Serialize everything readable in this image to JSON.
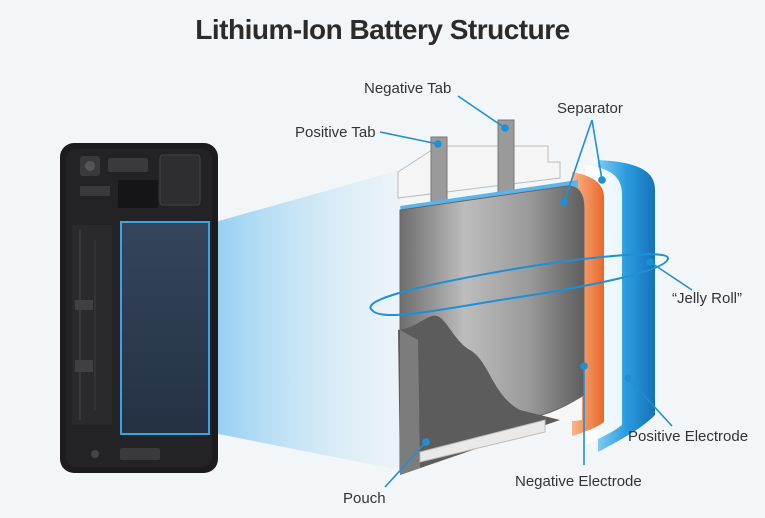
{
  "title": "Lithium-Ion Battery Structure",
  "labels": {
    "negative_tab": "Negative Tab",
    "positive_tab": "Positive Tab",
    "separator": "Separator",
    "jelly_roll": "“Jelly Roll”",
    "positive_electrode": "Positive Electrode",
    "negative_electrode": "Negative Electrode",
    "pouch": "Pouch"
  },
  "colors": {
    "accent_blue": "#1f8fd6",
    "electrode_orange": "#f27a3a",
    "pouch_gray": "#8c8c8c",
    "phone_body": "#1c1c1e",
    "battery_cell": "#2c3a4e"
  }
}
